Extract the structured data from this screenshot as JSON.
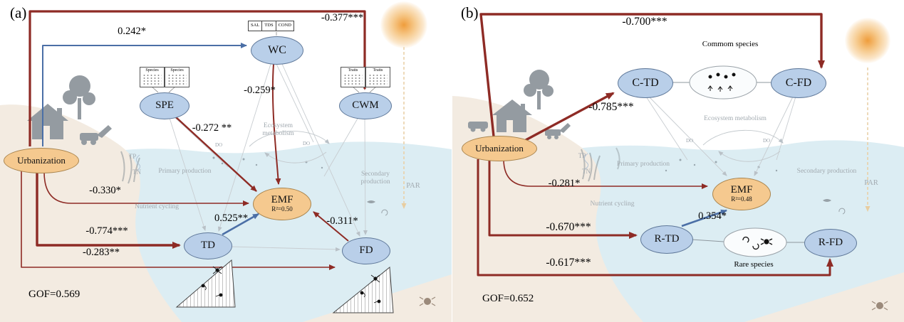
{
  "panels": {
    "a": {
      "label": "(a)",
      "gof": "GOF=0.569",
      "nodes": {
        "urbanization": "Urbanization",
        "wc": "WC",
        "spe": "SPE",
        "cwm": "CWM",
        "emf": "EMF",
        "emf_r2": "R²=0.50",
        "td": "TD",
        "fd": "FD"
      },
      "indicators": {
        "wc": [
          "SAL",
          "TDS",
          "COND"
        ],
        "spe": [
          "Species",
          "Species"
        ],
        "cwm": [
          "Traits",
          "Traits"
        ]
      },
      "paths": [
        {
          "from": "Urbanization",
          "to": "WC",
          "coef": "0.242*",
          "sign": "positive",
          "color": "#4b6fa6"
        },
        {
          "from": "Urbanization",
          "to": "CWM",
          "coef": "-0.377***",
          "sign": "negative",
          "color": "#8e2b25"
        },
        {
          "from": "WC",
          "to": "EMF",
          "coef": "-0.259*",
          "sign": "negative",
          "color": "#8e2b25"
        },
        {
          "from": "SPE",
          "to": "EMF",
          "coef": "-0.272 **",
          "sign": "negative",
          "color": "#8e2b25"
        },
        {
          "from": "Urbanization",
          "to": "EMF",
          "coef": "-0.330*",
          "sign": "negative",
          "color": "#8e2b25"
        },
        {
          "from": "TD",
          "to": "EMF",
          "coef": "0.525**",
          "sign": "positive",
          "color": "#4b6fa6"
        },
        {
          "from": "FD",
          "to": "EMF",
          "coef": "-0.311*",
          "sign": "negative",
          "color": "#8e2b25"
        },
        {
          "from": "Urbanization",
          "to": "TD",
          "coef": "-0.774***",
          "sign": "negative",
          "color": "#8e2b25"
        },
        {
          "from": "Urbanization",
          "to": "FD",
          "coef": "-0.283**",
          "sign": "negative",
          "color": "#8e2b25"
        }
      ],
      "scene": {
        "ecosystem_metabolism": "Ecosystem metabolism",
        "primary_production": "Primary production",
        "secondary_production": "Secondary production",
        "nutrient_cycling": "Nutrient cycling",
        "tp": "TP",
        "tn": "TN",
        "do1": "DO",
        "do2": "DO",
        "par": "PAR"
      }
    },
    "b": {
      "label": "(b)",
      "gof": "GOF=0.652",
      "nodes": {
        "urbanization": "Urbanization",
        "ctd": "C-TD",
        "cfd": "C-FD",
        "emf": "EMF",
        "emf_r2": "R²=0.48",
        "rtd": "R-TD",
        "rfd": "R-FD"
      },
      "species_groups": {
        "common": "Commom species",
        "rare": "Rare species"
      },
      "paths": [
        {
          "from": "Urbanization",
          "to": "C-FD",
          "coef": "-0.700***",
          "sign": "negative",
          "color": "#8e2b25"
        },
        {
          "from": "Urbanization",
          "to": "C-TD",
          "coef": "-0.785***",
          "sign": "negative",
          "color": "#8e2b25"
        },
        {
          "from": "Urbanization",
          "to": "EMF",
          "coef": "-0.281*",
          "sign": "negative",
          "color": "#8e2b25"
        },
        {
          "from": "Urbanization",
          "to": "R-TD",
          "coef": "-0.670***",
          "sign": "negative",
          "color": "#8e2b25"
        },
        {
          "from": "R-TD",
          "to": "EMF",
          "coef": "0.354*",
          "sign": "positive",
          "color": "#4b6fa6"
        },
        {
          "from": "Urbanization",
          "to": "R-FD",
          "coef": "-0.617***",
          "sign": "negative",
          "color": "#8e2b25"
        }
      ],
      "scene": {
        "ecosystem_metabolism": "Ecosystem metabolism",
        "primary_production": "Primary production",
        "secondary_production": "Secondary production",
        "nutrient_cycling": "Nutrient cycling",
        "tp": "TP",
        "tn": "TN",
        "do1": "DO",
        "do2": "DO",
        "par": "PAR"
      }
    }
  },
  "colors": {
    "negative_path": "#8e2b25",
    "positive_path": "#4b6fa6",
    "node_blue": "#b9cfe9",
    "node_orange": "#f5c98f",
    "water": "#dcedf3",
    "land": "#f3ebe1"
  }
}
